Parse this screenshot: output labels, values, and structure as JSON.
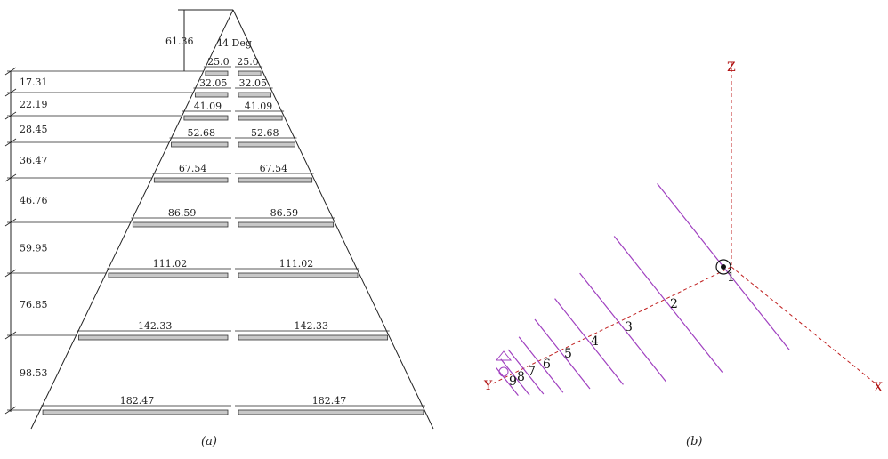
{
  "panel_a": {
    "caption": "(a)",
    "apex_angle_label": "44 Deg",
    "apex_height_label": "61.36",
    "spacings": [
      "17.31",
      "22.19",
      "28.45",
      "36.47",
      "46.76",
      "59.95",
      "76.85",
      "98.53"
    ],
    "element_lengths": [
      "25.0",
      "32.05",
      "41.09",
      "52.68",
      "67.54",
      "86.59",
      "111.02",
      "142.33",
      "182.47"
    ]
  },
  "panel_b": {
    "caption": "(b)",
    "axis_labels": {
      "z": "Z",
      "x": "X",
      "y": "Y"
    },
    "element_numbers": [
      "1",
      "2",
      "3",
      "4",
      "5",
      "6",
      "7",
      "8",
      "9"
    ]
  },
  "colors": {
    "line": "#222222",
    "element_fill": "#c8c8c8",
    "axis": "#c02020",
    "element_3d": "#a040c0",
    "feed": "#111111"
  }
}
